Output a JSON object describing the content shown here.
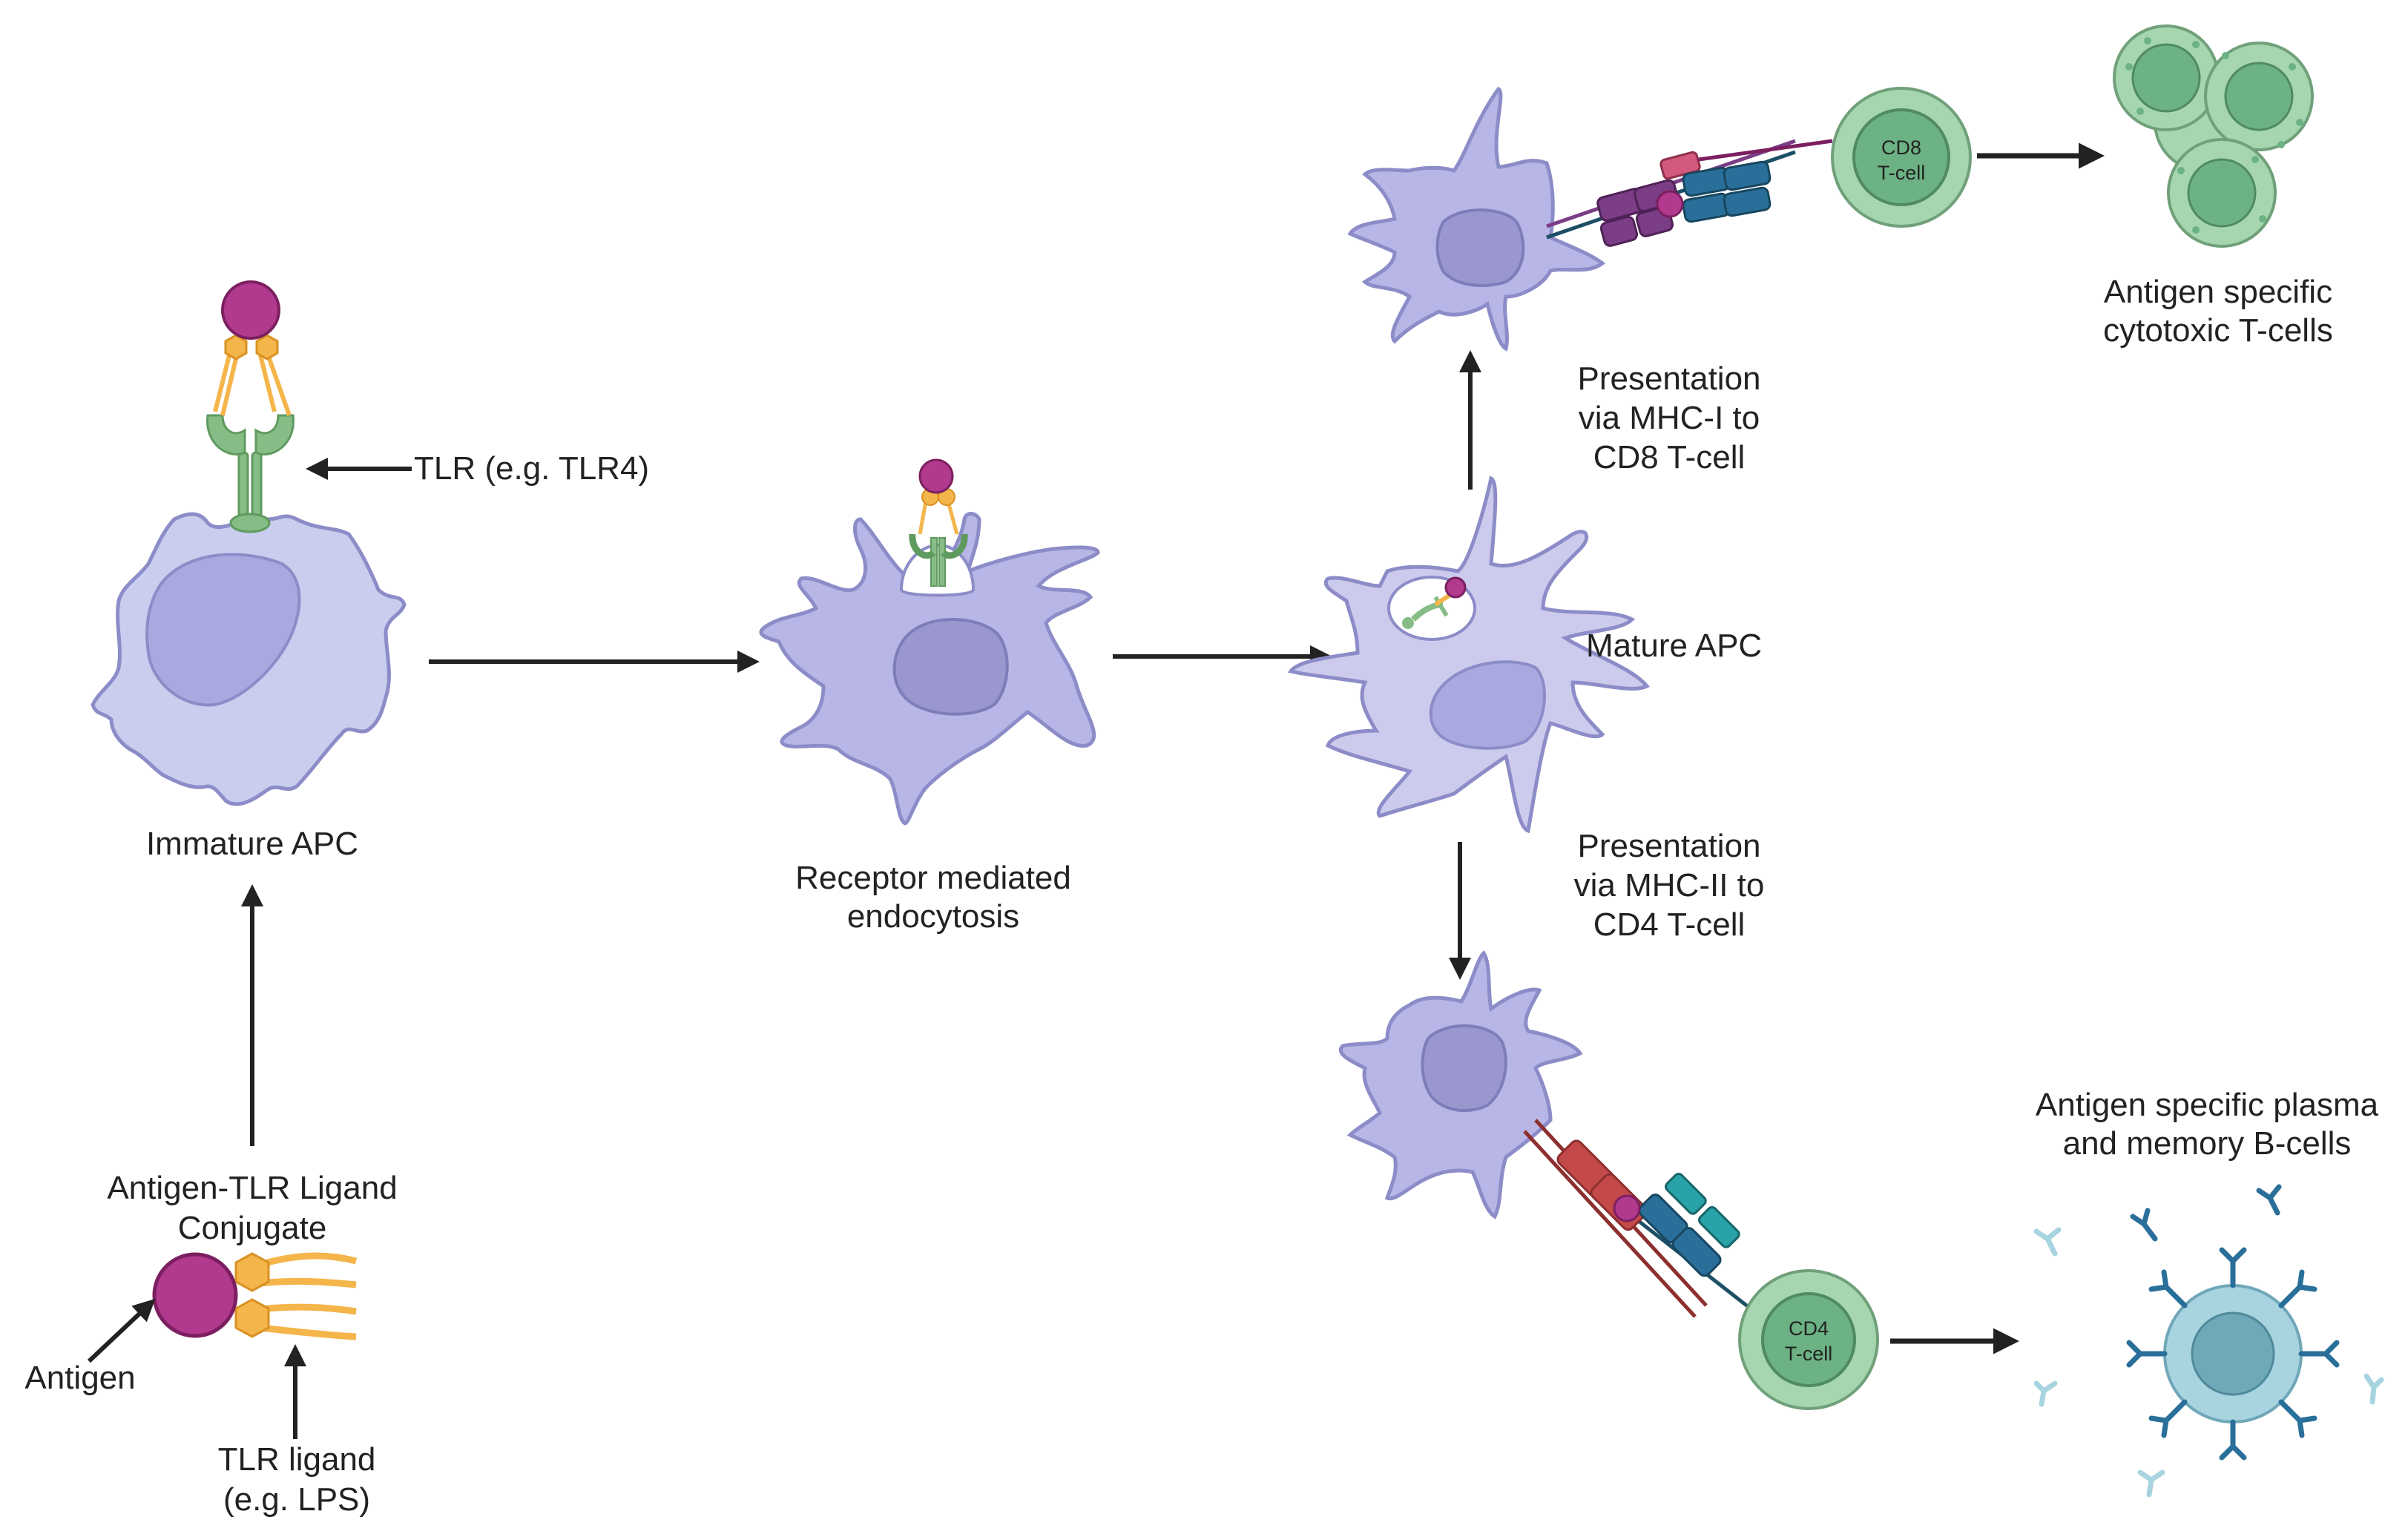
{
  "labels": {
    "tlr": "TLR (e.g. TLR4)",
    "immature_apc": "Immature APC",
    "conjugate_line1": "Antigen-TLR Ligand",
    "conjugate_line2": "Conjugate",
    "antigen": "Antigen",
    "tlr_ligand_line1": "TLR ligand",
    "tlr_ligand_line2": "(e.g. LPS)",
    "endocytosis_line1": "Receptor mediated",
    "endocytosis_line2": "endocytosis",
    "mature_apc": "Mature APC",
    "mhc1_line1": "Presentation",
    "mhc1_line2": "via MHC-I to",
    "mhc1_line3": "CD8 T-cell",
    "mhc2_line1": "Presentation",
    "mhc2_line2": "via MHC-II to",
    "mhc2_line3": "CD4 T-cell",
    "cd8_line1": "CD8",
    "cd8_line2": "T-cell",
    "cd4_line1": "CD4",
    "cd4_line2": "T-cell",
    "ctl_line1": "Antigen specific",
    "ctl_line2": "cytotoxic T-cells",
    "bcell_line1": "Antigen specific plasma",
    "bcell_line2": "and memory B-cells"
  },
  "colors": {
    "apc_fill": "#b7b6e6",
    "apc_stroke": "#8c8cc8",
    "immature_fill": "#c9cdee",
    "nucleus": "#9a97cf",
    "antigen": "#b23a8e",
    "ligand": "#f4b54a",
    "tlr": "#86bd86",
    "tcell_outer": "#a6d6b0",
    "tcell_inner": "#6cb284",
    "bcell_outer": "#a8d4e0",
    "bcell_inner": "#6fa8b8",
    "mhc1": "#7a3d86",
    "tcr": "#2a6f9a",
    "mhc2": "#c44a4a",
    "arrow": "#222222"
  }
}
